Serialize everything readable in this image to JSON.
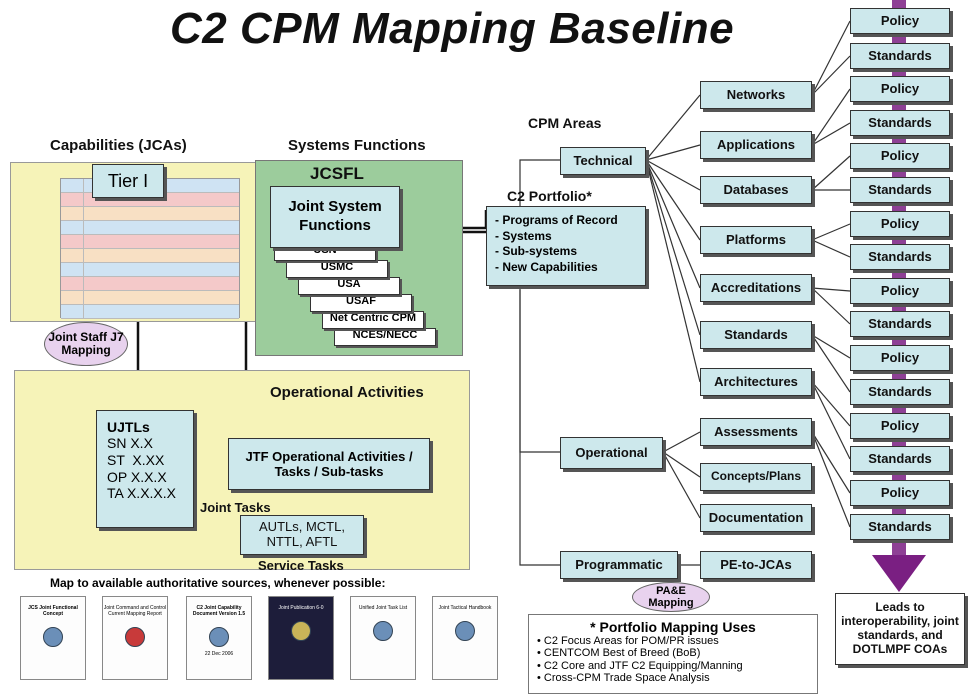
{
  "title": "C2 CPM Mapping Baseline",
  "headers": {
    "capabilities": "Capabilities (JCAs)",
    "systems_functions": "Systems Functions",
    "cpm_areas": "CPM Areas",
    "operational_activities": "Operational Activities",
    "c2_portfolio": "C2 Portfolio*"
  },
  "capabilities": {
    "tier": "Tier I",
    "mapping_oval": "Joint Staff J7 Mapping"
  },
  "jcsfl": {
    "label": "JCSFL",
    "scroll_title": "Joint System Functions",
    "services": [
      "USN",
      "USMC",
      "USA",
      "USAF",
      "Net Centric CPM",
      "NCES/NECC"
    ]
  },
  "portfolio": {
    "items": [
      "- Programs of Record",
      "- Systems",
      "- Sub-systems",
      "- New Capabilities"
    ]
  },
  "cpm": {
    "technical": "Technical",
    "operational": "Operational",
    "programmatic": "Programmatic",
    "technical_children": [
      "Networks",
      "Applications",
      "Databases",
      "Platforms",
      "Accreditations",
      "Standards",
      "Architectures"
    ],
    "operational_children": [
      "Assessments",
      "Concepts/Plans",
      "Documentation"
    ],
    "programmatic_child": "PE-to-JCAs",
    "pae_oval": "PA&E Mapping"
  },
  "policy_standards": [
    "Policy",
    "Standards",
    "Policy",
    "Standards",
    "Policy",
    "Standards",
    "Policy",
    "Standards",
    "Policy",
    "Standards",
    "Policy",
    "Standards",
    "Policy",
    "Standards",
    "Policy",
    "Standards"
  ],
  "ujtls": {
    "title": "UJTLs",
    "lines": [
      "SN X.X",
      "ST  X.XX",
      "OP X.X.X",
      "TA X.X.X.X"
    ]
  },
  "jtf": "JTF Operational Activities / Tasks / Sub-tasks",
  "joint_tasks": "Joint Tasks",
  "service_box": "AUTLs, MCTL, NTTL, AFTL",
  "service_tasks": "Service Tasks",
  "map_sources": "Map to available authoritative sources, whenever possible:",
  "docs": [
    {
      "title": "JCS Joint Functional Concept",
      "foot": ""
    },
    {
      "title": "Joint Command and Control Current Mapping Report",
      "foot": ""
    },
    {
      "title": "C2 Joint Capability Document Version 1.5",
      "foot": "22 Dec 2006"
    },
    {
      "title": "Joint Publication 6-0",
      "foot": ""
    },
    {
      "title": "Unified Joint Task List",
      "foot": ""
    },
    {
      "title": "Joint Tactical Handbook",
      "foot": ""
    }
  ],
  "leads_to": "Leads to interoperability, joint standards, and DOTLMPF COAs",
  "uses": {
    "title": "* Portfolio Mapping Uses",
    "items": [
      "C2 Focus Areas for POM/PR issues",
      "CENTCOM Best of Breed (BoB)",
      "C2 Core and JTF C2 Equipping/Manning",
      "Cross-CPM Trade Space Analysis"
    ]
  },
  "colors": {
    "box_fill": "#cde8ec",
    "panel_yellow": "#f6f3b8",
    "panel_green": "#9ccc9c",
    "oval_fill": "#e8d2ee",
    "arrow_purple": "#7a1f82"
  }
}
